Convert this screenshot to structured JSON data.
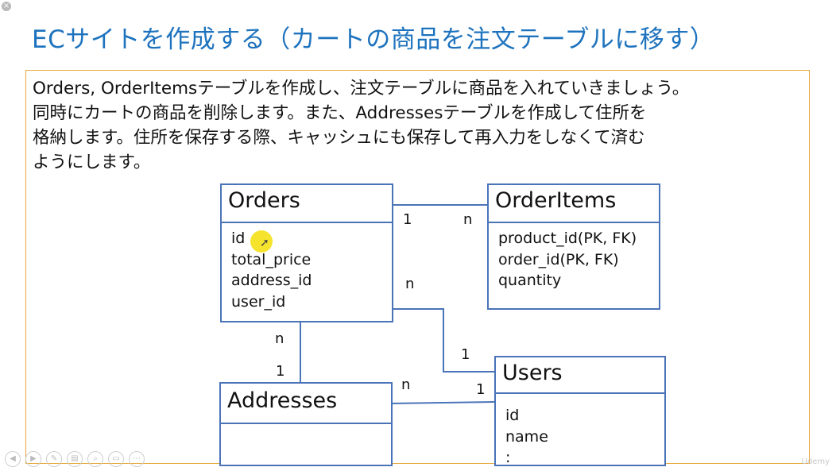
{
  "slide": {
    "title": "ECサイトを作成する（カートの商品を注文テーブルに移す）",
    "body": "Orders, OrderItemsテーブルを作成し、注文テーブルに商品を入れていきましょう。\n同時にカートの商品を削除します。また、Addressesテーブルを作成して住所を\n格納します。住所を保存する際、キャッシュにも保存して再入力をしなくて済む\nようにします。"
  },
  "diagram": {
    "entities": {
      "orders": {
        "name": "Orders",
        "fields": [
          "id",
          "total_price",
          "address_id",
          "user_id"
        ]
      },
      "order_items": {
        "name": "OrderItems",
        "fields": [
          "product_id(PK, FK)",
          "order_id(PK, FK)",
          "quantity"
        ]
      },
      "users": {
        "name": "Users",
        "fields": [
          "id",
          "name",
          ":"
        ]
      },
      "addresses": {
        "name": "Addresses",
        "fields": []
      }
    },
    "cardinalities": {
      "orders_items_left": "1",
      "orders_items_right": "n",
      "orders_users_orders_side": "n",
      "orders_users_users_side": "1",
      "orders_addresses_orders_side": "n",
      "orders_addresses_addresses_side": "1",
      "addresses_users_addresses_side": "n",
      "addresses_users_users_side": "1"
    },
    "colors": {
      "entity_border": "#4a73b8",
      "title": "#1e73be",
      "frame": "#e6a83c",
      "cursor_highlight": "#f4e016"
    }
  },
  "player": {
    "icons": [
      "prev-icon",
      "play-icon",
      "pen-icon",
      "slides-icon",
      "zoom-icon",
      "captions-icon",
      "more-icon"
    ],
    "watermark": "Udemy"
  }
}
